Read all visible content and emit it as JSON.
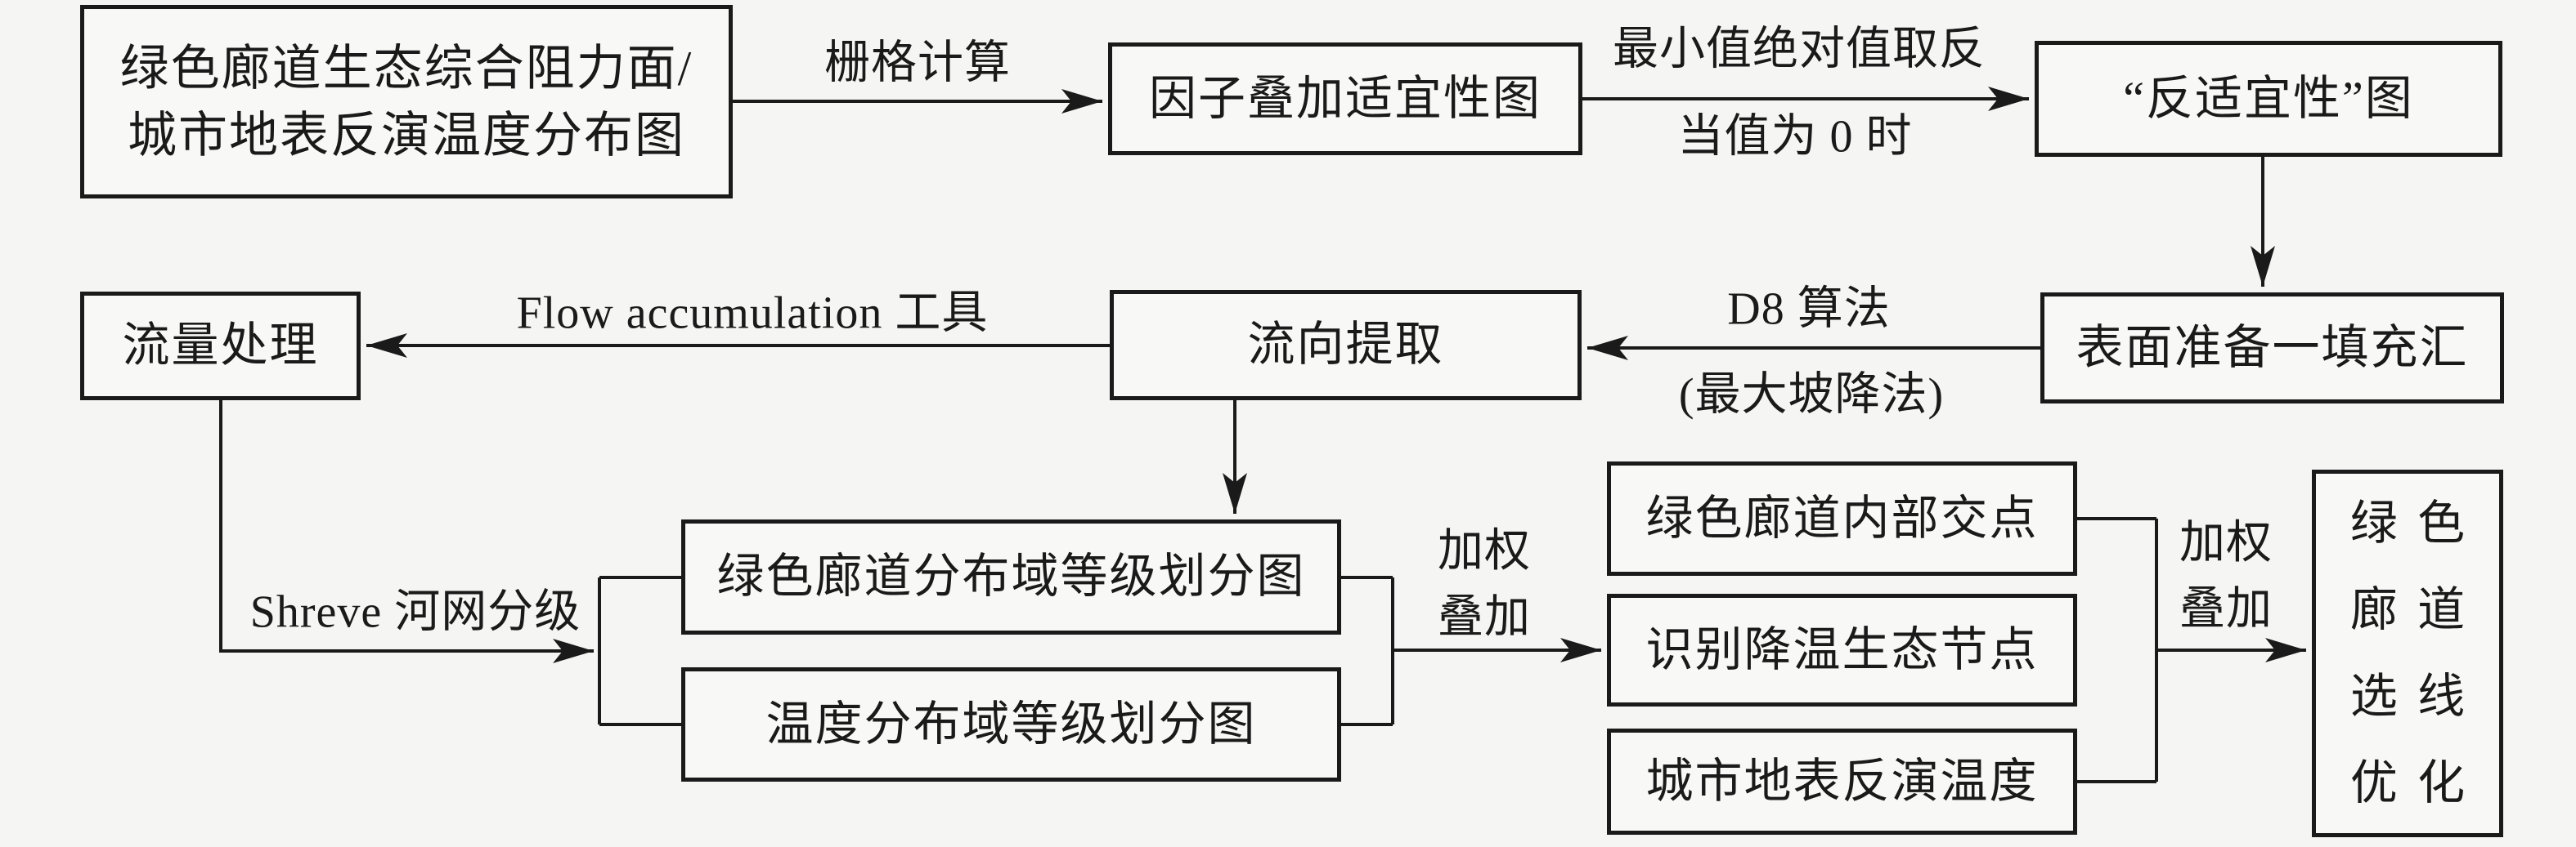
{
  "colors": {
    "ink": "#1a1a1a",
    "canvas_bg": "#f5f5f3",
    "box_bg": "#f8f8f6"
  },
  "boxes": {
    "resistance_source": {
      "line1": "绿色廊道生态综合阻力面/",
      "line2": "城市地表反演温度分布图"
    },
    "factor_overlay": {
      "label": "因子叠加适宜性图"
    },
    "anti_suitability": {
      "label": "“反适宜性”图"
    },
    "surface_fill": {
      "label": "表面准备一填充汇"
    },
    "flow_direction": {
      "label": "流向提取"
    },
    "flow_processing": {
      "label": "流量处理"
    },
    "corridor_grading": {
      "label": "绿色廊道分布域等级划分图"
    },
    "temperature_grading": {
      "label": "温度分布域等级划分图"
    },
    "corridor_nodes": {
      "label": "绿色廊道内部交点"
    },
    "cooling_nodes": {
      "label": "识别降温生态节点"
    },
    "surface_temperature": {
      "label": "城市地表反演温度"
    },
    "route_optimization": {
      "row1": "绿色",
      "row2": "廊道",
      "row3": "选线",
      "row4": "优化"
    }
  },
  "edge_labels": {
    "raster_calc": "栅格计算",
    "min_abs_top": "最小值绝对值取反",
    "min_abs_bottom": "当值为 0 时",
    "d8_top": "D8 算法",
    "d8_bottom": "(最大坡降法)",
    "flow_accumulation": "Flow accumulation 工具",
    "shreve": "Shreve 河网分级",
    "weighted_overlay_1_line1": "加权",
    "weighted_overlay_1_line2": "叠加",
    "weighted_overlay_2_line1": "加权",
    "weighted_overlay_2_line2": "叠加"
  }
}
